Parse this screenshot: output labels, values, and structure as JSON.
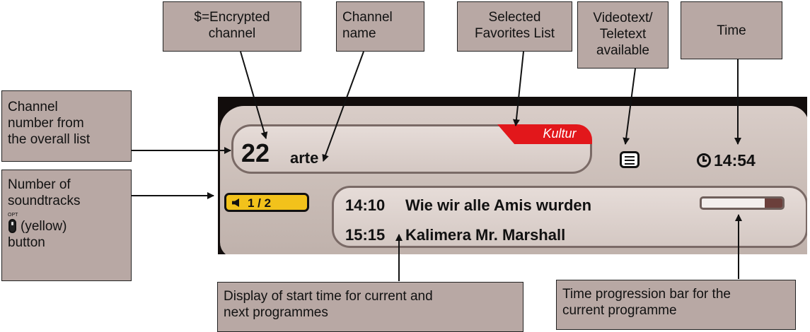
{
  "callouts": {
    "encrypted": [
      "$=Encrypted",
      "channel"
    ],
    "channel_name": [
      "Channel",
      "name"
    ],
    "favorites": [
      "Selected",
      "Favorites List"
    ],
    "videotext": [
      "Videotext/",
      "Teletext",
      "available"
    ],
    "time": [
      "Time"
    ],
    "channel_number": [
      "Channel",
      "number from",
      "the overall list"
    ],
    "soundtracks": [
      "Number of",
      "soundtracks"
    ],
    "opt_small": "OPT",
    "opt_label": "(yellow)",
    "opt_button": "button",
    "start_time": [
      "Display of start time for current and",
      "next programmes"
    ],
    "progress": [
      "Time progression bar for the",
      "current programme"
    ]
  },
  "osd": {
    "channel_number": "22",
    "channel_name": "arte",
    "favorites_list": "Kultur",
    "time": "14:54",
    "soundtracks": "1 / 2",
    "programmes": [
      {
        "time": "14:10",
        "title": "Wie wir alle Amis wurden"
      },
      {
        "time": "15:15",
        "title": "Kalimera Mr. Marshall"
      }
    ],
    "progress_fraction": 0.78,
    "colors": {
      "favorites_tag": "#e2171b",
      "soundtrack_badge": "#f2c21b",
      "progress_fill": "#6b3f3b"
    },
    "icons": [
      "teletext-icon",
      "clock-icon",
      "speaker-icon"
    ]
  }
}
